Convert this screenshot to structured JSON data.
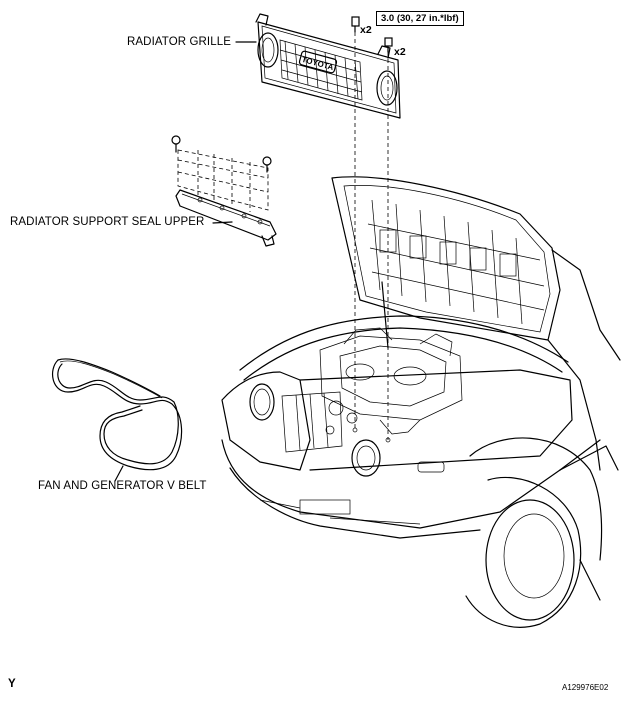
{
  "labels": {
    "radiator_grille": "RADIATOR GRILLE",
    "radiator_support_seal_upper": "RADIATOR SUPPORT SEAL UPPER",
    "fan_generator_belt": "FAN AND GENERATOR V BELT"
  },
  "torque_spec": "3.0 (30, 27 in.*lbf)",
  "quantities": [
    "x2",
    "x2"
  ],
  "footer": {
    "left_mark": "Y",
    "figure_id": "A129976E02"
  },
  "grille_emblem": "TOYOTA"
}
